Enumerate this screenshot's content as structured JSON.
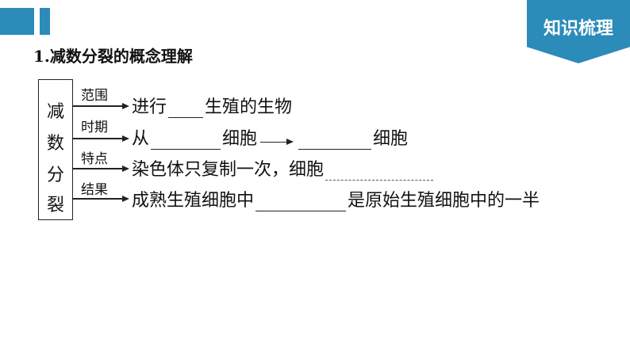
{
  "badge": {
    "label": "知识梳理"
  },
  "section_title": "1.减数分裂的概念理解",
  "concept": {
    "chars": [
      "减",
      "数",
      "分",
      "裂"
    ]
  },
  "rows": [
    {
      "label": "范围",
      "before": "进行",
      "after": "生殖的生物"
    },
    {
      "label": "时期",
      "before": "从",
      "middle": "细胞",
      "after": "细胞"
    },
    {
      "label": "特点",
      "before": "染色体只复制一次，细胞"
    },
    {
      "label": "结果",
      "before": "成熟生殖细胞中",
      "after": "是原始生殖细胞中的一半"
    }
  ],
  "colors": {
    "accent": "#2b8bb9"
  }
}
